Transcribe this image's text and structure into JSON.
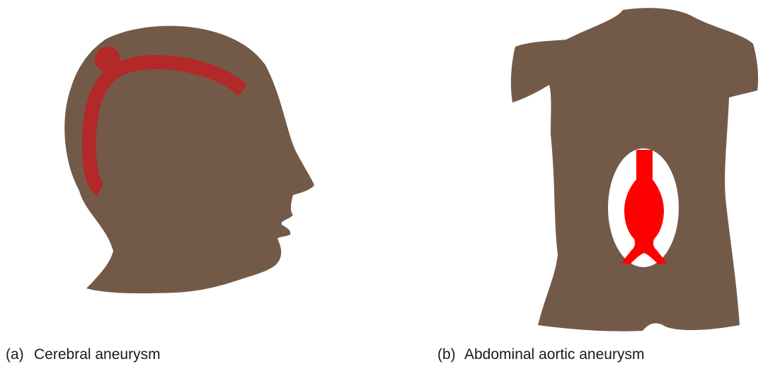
{
  "figures": [
    {
      "label": "(a)",
      "caption": "Cerebral aneurysm",
      "illustration": "head-profile-with-cerebral-artery-bulge"
    },
    {
      "label": "(b)",
      "caption": "Abdominal aortic aneurysm",
      "illustration": "torso-with-aorta-bulge"
    }
  ],
  "colors": {
    "silhouette": "#735a48",
    "cerebral_artery": "#b32828",
    "aorta": "#ff0000",
    "abdomen_window": "#ffffff"
  }
}
